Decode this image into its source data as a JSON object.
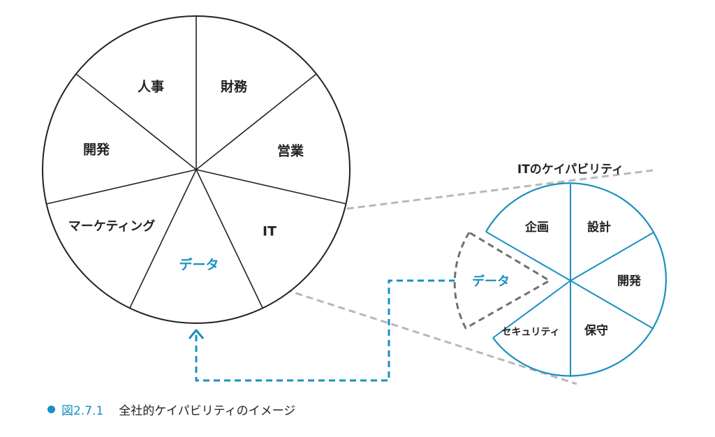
{
  "colors": {
    "accent": "#1a8fc0",
    "line": "#222222",
    "gray": "#b8b8b8",
    "dash": "#707070"
  },
  "main_circle": {
    "segments": [
      "人事",
      "財務",
      "営業",
      "IT",
      "データ",
      "マーケティング",
      "開発"
    ]
  },
  "detail_circle": {
    "title": "ITのケイパビリティ",
    "segments": [
      "企画",
      "設計",
      "開発",
      "保守",
      "セキュリティ",
      "データ"
    ]
  },
  "caption": {
    "figure_number": "図2.7.1",
    "text": "全社的ケイパビリティのイメージ"
  }
}
